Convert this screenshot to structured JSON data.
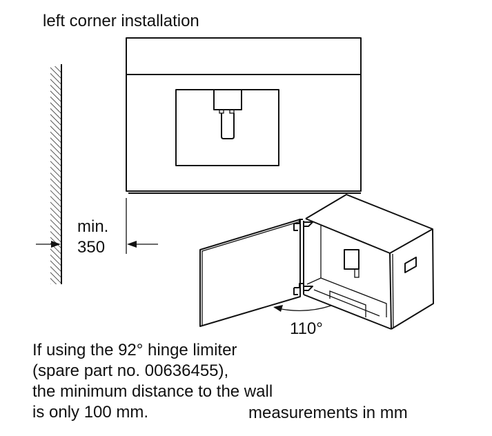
{
  "title": "left corner installation",
  "dimension": {
    "line1": "min.",
    "line2": "350"
  },
  "angle_label": "110°",
  "note": {
    "lines": [
      "If using the 92° hinge limiter",
      "(spare part no. 00636455),",
      "the minimum distance to the wall",
      "is only 100 mm."
    ]
  },
  "units_label": "measurements in mm"
}
